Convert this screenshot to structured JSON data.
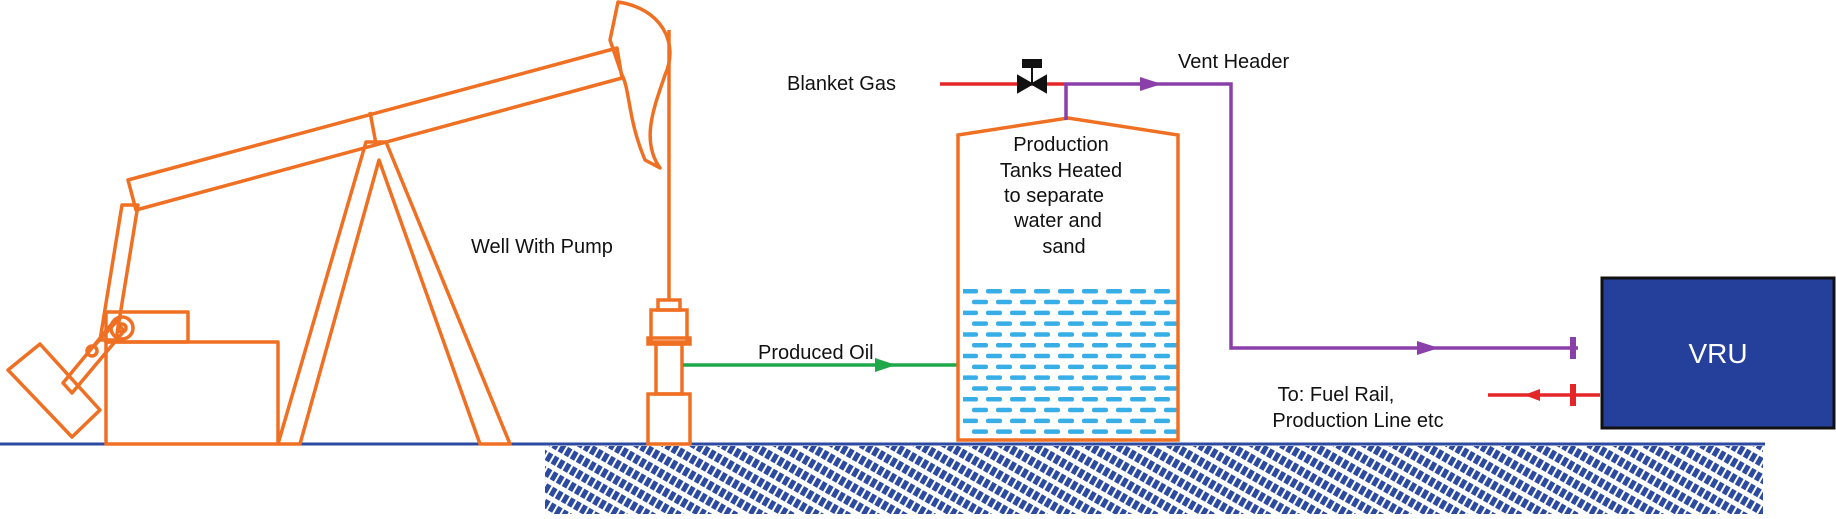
{
  "diagram": {
    "labels": {
      "well_with_pump": "Well With Pump",
      "blanket_gas": "Blanket Gas",
      "vent_header": "Vent Header",
      "produced_oil": "Produced Oil",
      "tank_description": [
        "Production",
        "Tanks Heated",
        "to separate",
        "water and",
        "sand"
      ],
      "fuel_rail": [
        "To: Fuel Rail,",
        "Production Line etc"
      ],
      "vru": "VRU"
    },
    "colors": {
      "pump_jack": "#F07023",
      "tank_outline": "#F07023",
      "ground_line": "#2B4AA0",
      "ground_hatch": "#2B4AA0",
      "liquid": "#38AEE6",
      "blanket_gas_line": "#E52628",
      "vent_line": "#8B3FA8",
      "produced_oil_line": "#1FA84A",
      "vru_fill": "#24409A",
      "vru_border": "#111111",
      "return_line": "#E52628",
      "valve": "#111111"
    },
    "icons": {
      "valve": "gate-valve-icon",
      "flow_arrow": "arrowhead-icon"
    }
  }
}
